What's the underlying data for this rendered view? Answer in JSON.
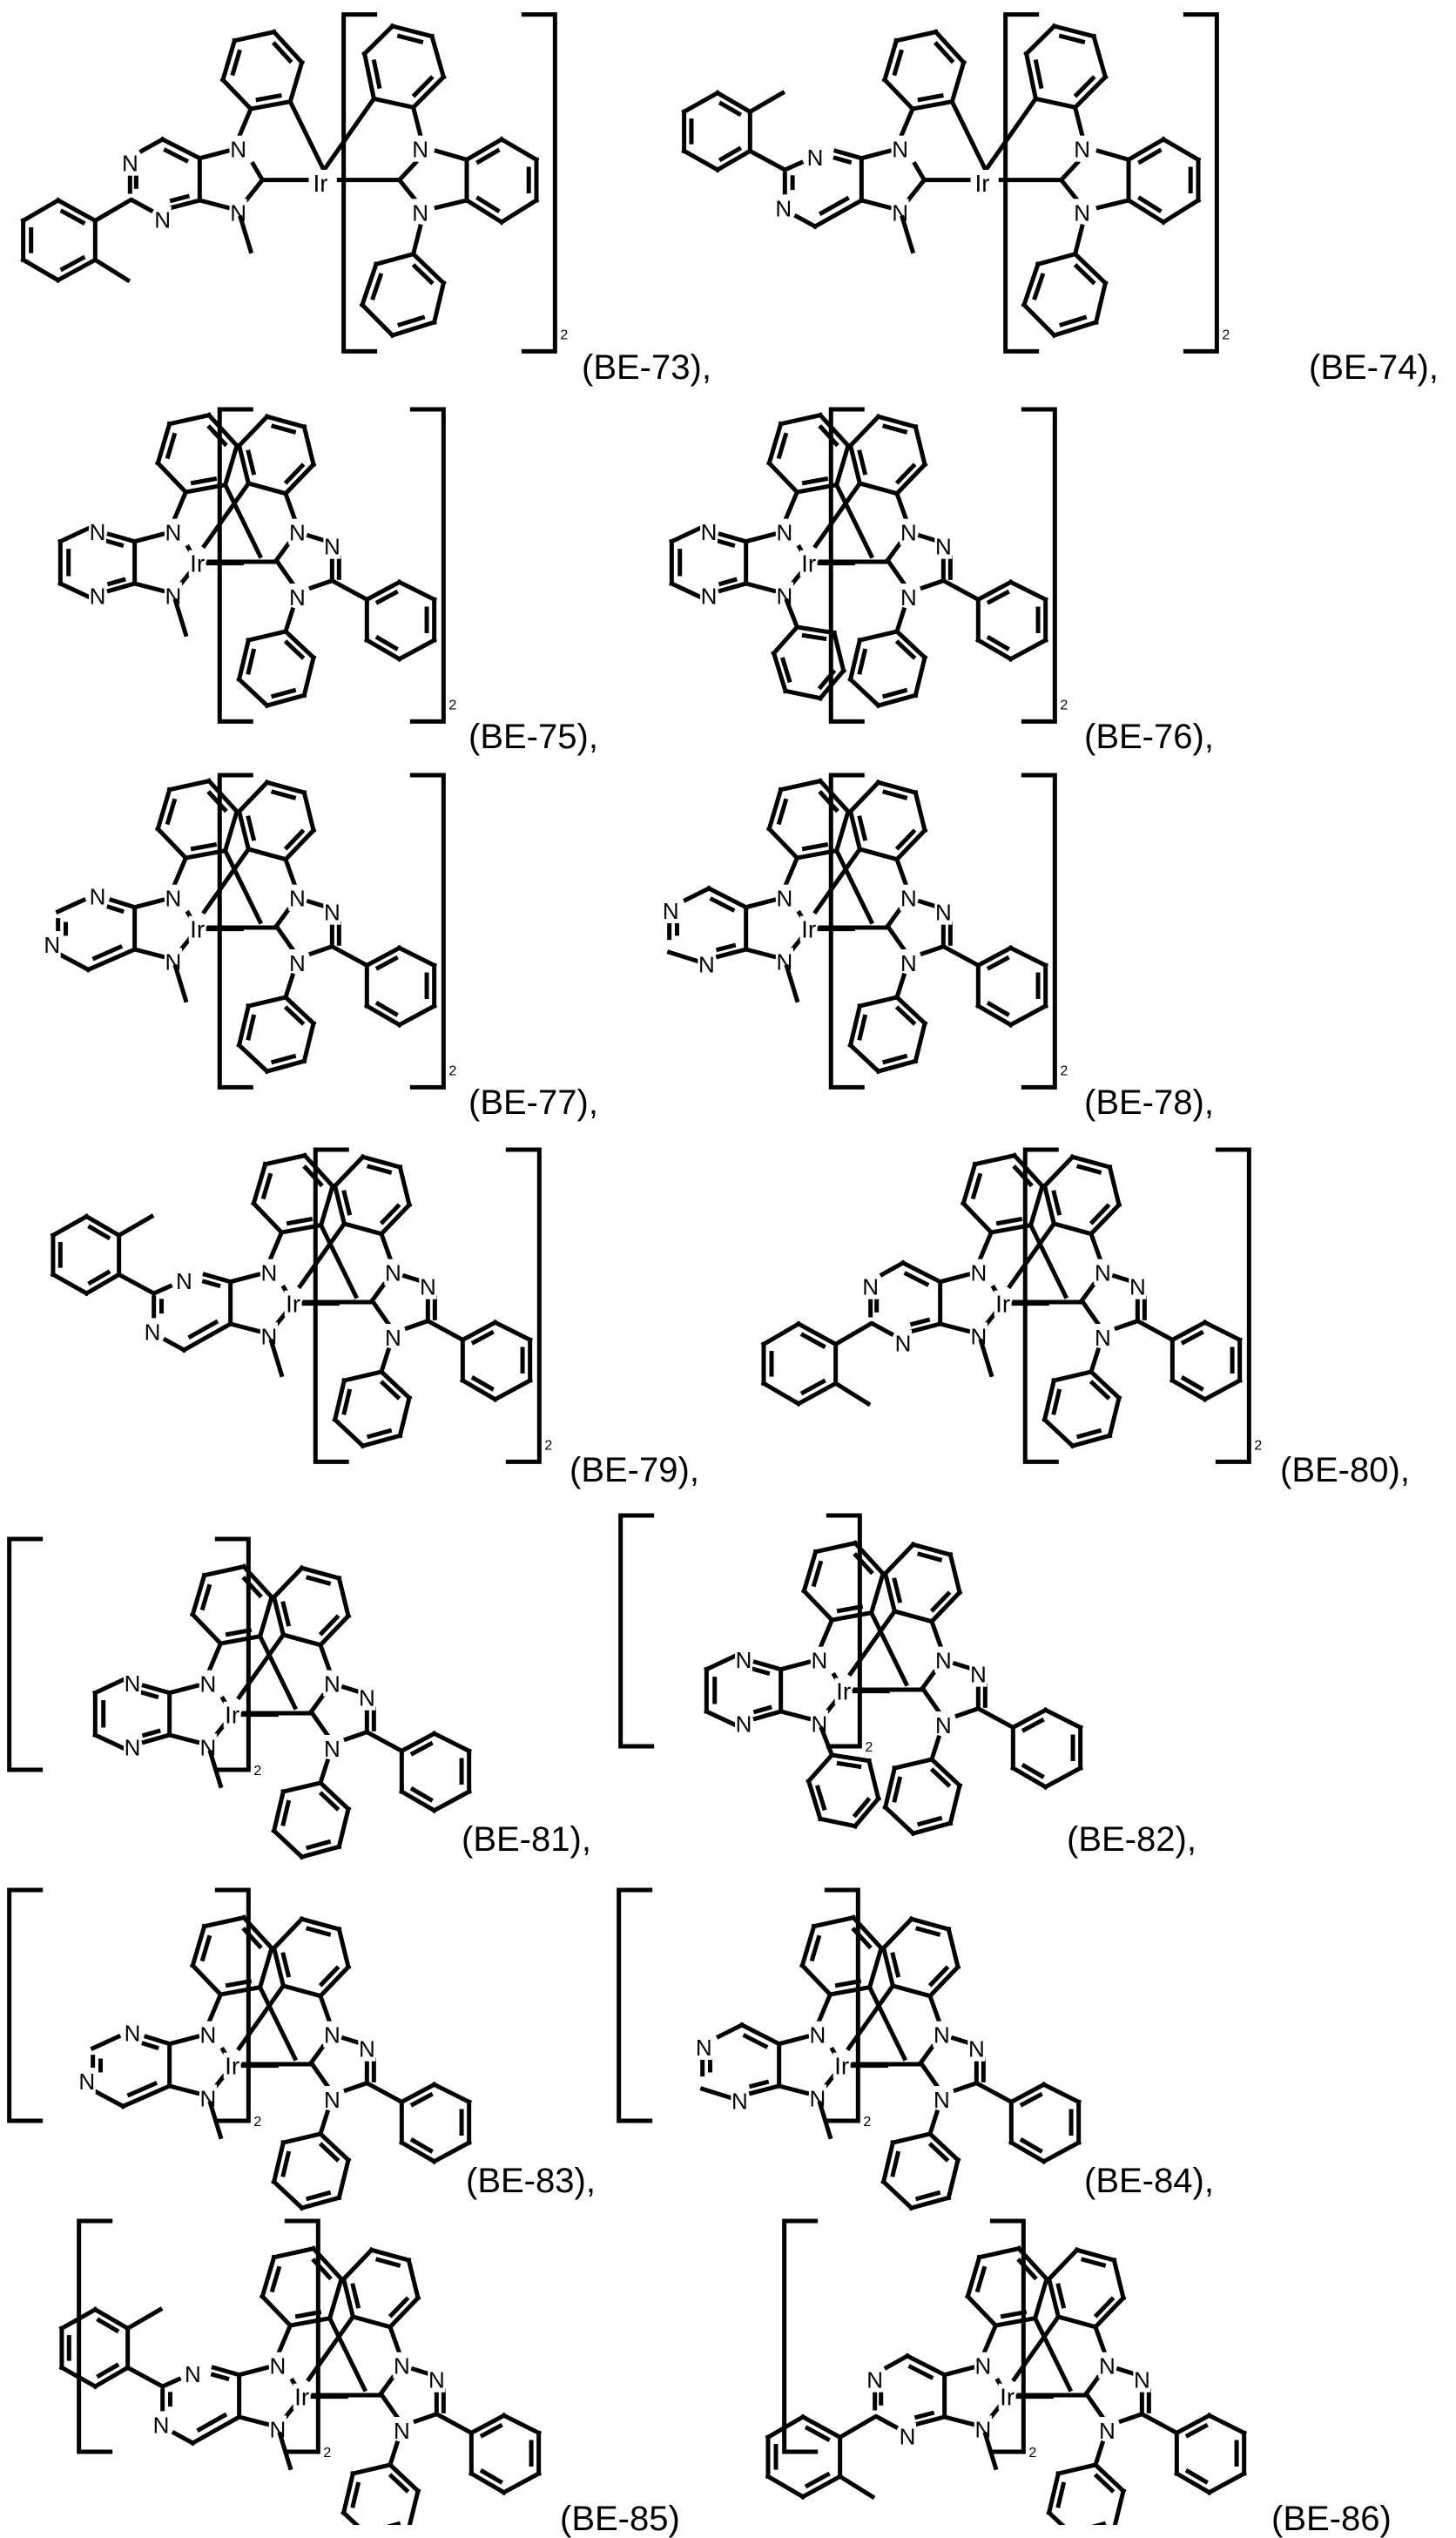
{
  "document": {
    "type": "chemical-structure-listing",
    "compounds": [
      {
        "id": "BE-73",
        "label": "(BE-73),",
        "metal": "Ir",
        "multiplier": "2",
        "bracketed": "ligand-B",
        "ligand_a_core": "pyrimidine-fused imidazolylidene, 2-(o-tolyl), N-methyl",
        "ligand_b": "N-phenyl benzimidazolylidene"
      },
      {
        "id": "BE-74",
        "label": "(BE-74),",
        "metal": "Ir",
        "multiplier": "2",
        "bracketed": "ligand-B",
        "ligand_a_core": "pyrimidine-fused imidazolylidene, 2-(o-tolyl) (isomer), N-methyl",
        "ligand_b": "N-phenyl benzimidazolylidene"
      },
      {
        "id": "BE-75",
        "label": "(BE-75),",
        "metal": "Ir",
        "multiplier": "2",
        "bracketed": "ligand-B",
        "ligand_a_core": "pyrazine-fused imidazolylidene, N-methyl",
        "ligand_b": "diphenyl triazolylidene"
      },
      {
        "id": "BE-76",
        "label": "(BE-76),",
        "metal": "Ir",
        "multiplier": "2",
        "bracketed": "ligand-B",
        "ligand_a_core": "pyrazine-fused imidazolylidene, N-phenyl",
        "ligand_b": "diphenyl triazolylidene"
      },
      {
        "id": "BE-77",
        "label": "(BE-77),",
        "metal": "Ir",
        "multiplier": "2",
        "bracketed": "ligand-B",
        "ligand_a_core": "pyrimidine-fused imidazolylidene, N-methyl",
        "ligand_b": "diphenyl triazolylidene"
      },
      {
        "id": "BE-78",
        "label": "(BE-78),",
        "metal": "Ir",
        "multiplier": "2",
        "bracketed": "ligand-B",
        "ligand_a_core": "pyrimidine-fused imidazolylidene (isomer), N-methyl",
        "ligand_b": "diphenyl triazolylidene"
      },
      {
        "id": "BE-79",
        "label": "(BE-79),",
        "metal": "Ir",
        "multiplier": "2",
        "bracketed": "ligand-B",
        "ligand_a_core": "pyrimidine-fused imidazolylidene, 2-(o-tolyl), N-methyl",
        "ligand_b": "diphenyl triazolylidene"
      },
      {
        "id": "BE-80",
        "label": "(BE-80),",
        "metal": "Ir",
        "multiplier": "2",
        "bracketed": "ligand-B",
        "ligand_a_core": "pyrimidine-fused imidazolylidene, 2-(o-tolyl) (isomer), N-methyl",
        "ligand_b": "diphenyl triazolylidene"
      },
      {
        "id": "BE-81",
        "label": "(BE-81),",
        "metal": "Ir",
        "multiplier": "2",
        "bracketed": "ligand-A",
        "ligand_a_core": "pyrazine-fused imidazolylidene, N-methyl",
        "ligand_b": "diphenyl triazolylidene"
      },
      {
        "id": "BE-82",
        "label": "(BE-82),",
        "metal": "Ir",
        "multiplier": "2",
        "bracketed": "ligand-A",
        "ligand_a_core": "pyrazine-fused imidazolylidene, N-phenyl",
        "ligand_b": "diphenyl triazolylidene"
      },
      {
        "id": "BE-83",
        "label": "(BE-83),",
        "metal": "Ir",
        "multiplier": "2",
        "bracketed": "ligand-A",
        "ligand_a_core": "pyrimidine-fused imidazolylidene, N-methyl",
        "ligand_b": "diphenyl triazolylidene"
      },
      {
        "id": "BE-84",
        "label": "(BE-84),",
        "metal": "Ir",
        "multiplier": "2",
        "bracketed": "ligand-A",
        "ligand_a_core": "pyrimidine-fused imidazolylidene (isomer), N-methyl",
        "ligand_b": "diphenyl triazolylidene"
      },
      {
        "id": "BE-85",
        "label": "(BE-85)",
        "metal": "Ir",
        "multiplier": "2",
        "bracketed": "ligand-A",
        "ligand_a_core": "pyrimidine-fused imidazolylidene, 2-(o-tolyl), N-methyl",
        "ligand_b": "diphenyl triazolylidene"
      },
      {
        "id": "BE-86",
        "label": "(BE-86)",
        "metal": "Ir",
        "multiplier": "2",
        "bracketed": "ligand-A",
        "ligand_a_core": "pyrimidine-fused imidazolylidene, 2-(o-tolyl) (isomer), N-methyl",
        "ligand_b": "diphenyl triazolylidene"
      }
    ],
    "atom_symbols": {
      "nitrogen": "N",
      "metal": "Ir"
    },
    "subscript": "2"
  }
}
